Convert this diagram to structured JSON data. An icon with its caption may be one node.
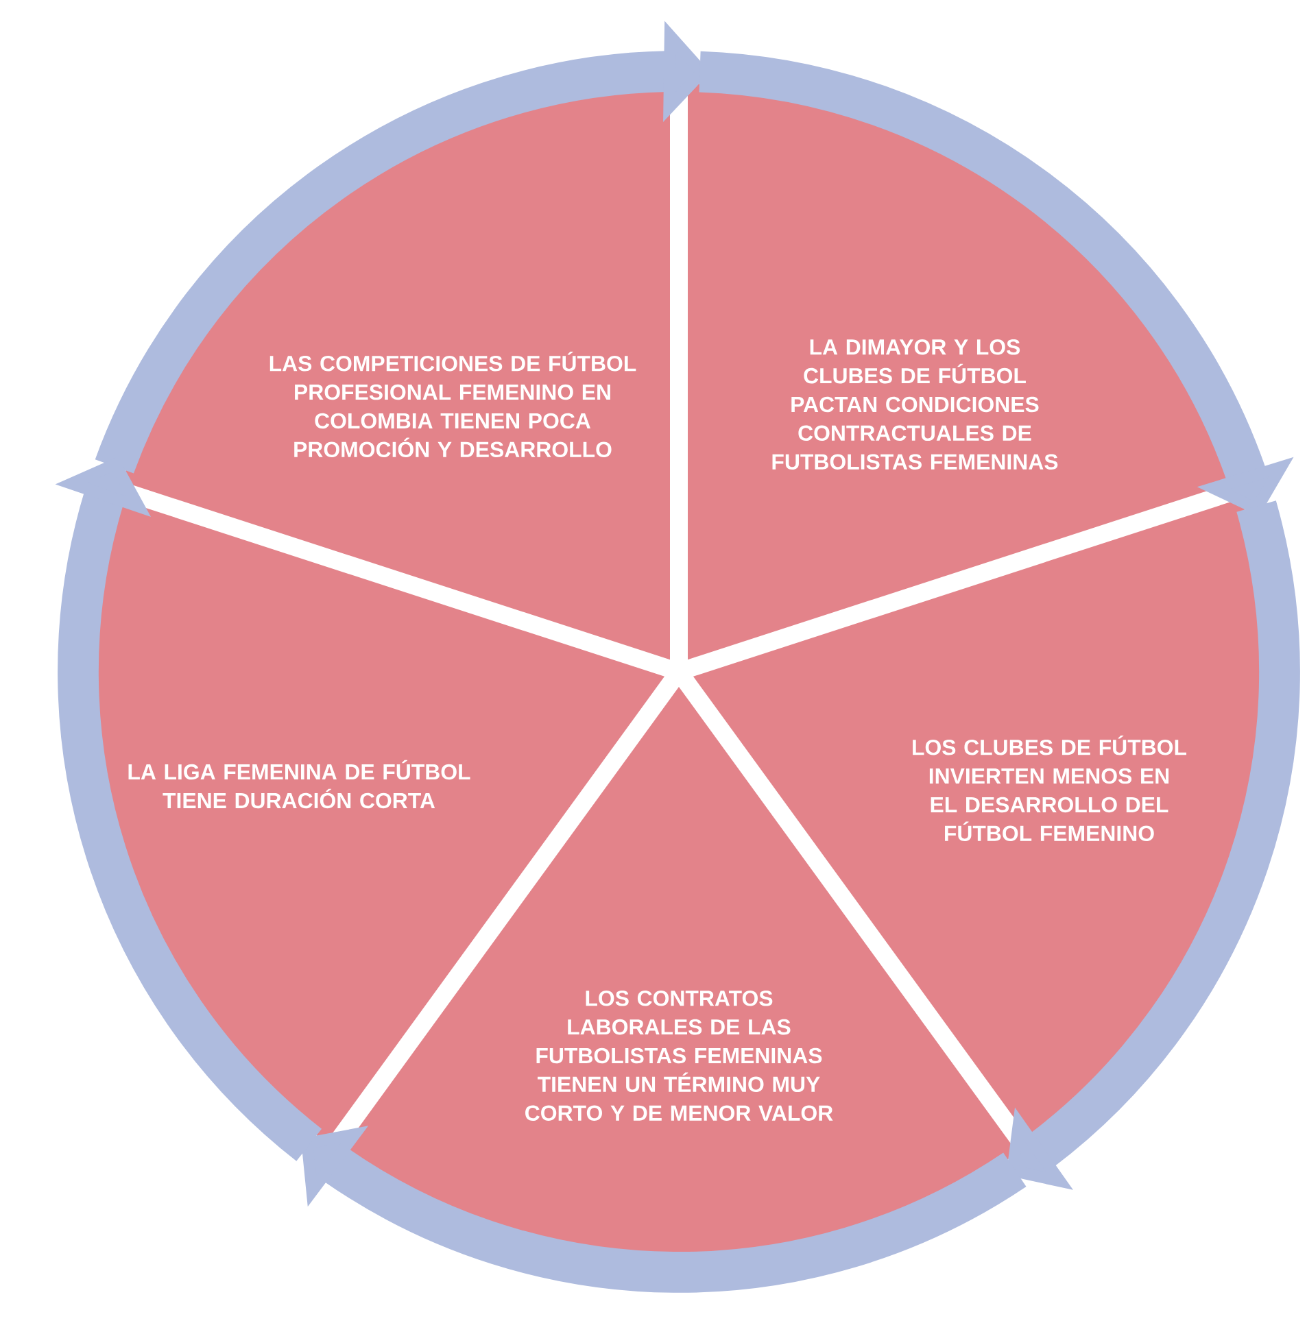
{
  "diagram": {
    "nodes": [
      {
        "text": [
          "LAS COMPETICIONES DE FÚTBOL PROFESIONAL FEMENINO EN COLOMBIA TIENEN POCA PROMOCIÓN Y DESARROLLO"
        ]
      },
      {
        "text": [
          "LA DIMAYOR Y LOS CLUBES DE FÚTBOL PACTAN CONDICIONES CONTRACTUALES DE FUTBOLISTAS FEMENINAS"
        ]
      },
      {
        "text": [
          "LOS CLUBES DE FÚTBOL INVIERTEN MENOS EN EL DESARROLLO DEL FÚTBOL FEMENINO"
        ]
      },
      {
        "text": [
          "LOS CONTRATOS LABORALES DE LAS FUTBOLISTAS FEMENINAS TIENEN UN TÉRMINO MUY CORTO Y DE MENOR VALOR"
        ]
      },
      {
        "text": [
          "LA LIGA FEMENINA DE FÚTBOL TIENE DURACIÓN CORTA"
        ]
      }
    ],
    "edges": [
      {
        "from": 0,
        "to": 1,
        "arrow": "to"
      },
      {
        "from": 1,
        "to": 2,
        "arrow": "to"
      },
      {
        "from": 2,
        "to": 3,
        "arrow": "to"
      },
      {
        "from": 3,
        "to": 4,
        "arrow": "to"
      },
      {
        "from": 4,
        "to": 0,
        "arrow": "to"
      }
    ]
  }
}
